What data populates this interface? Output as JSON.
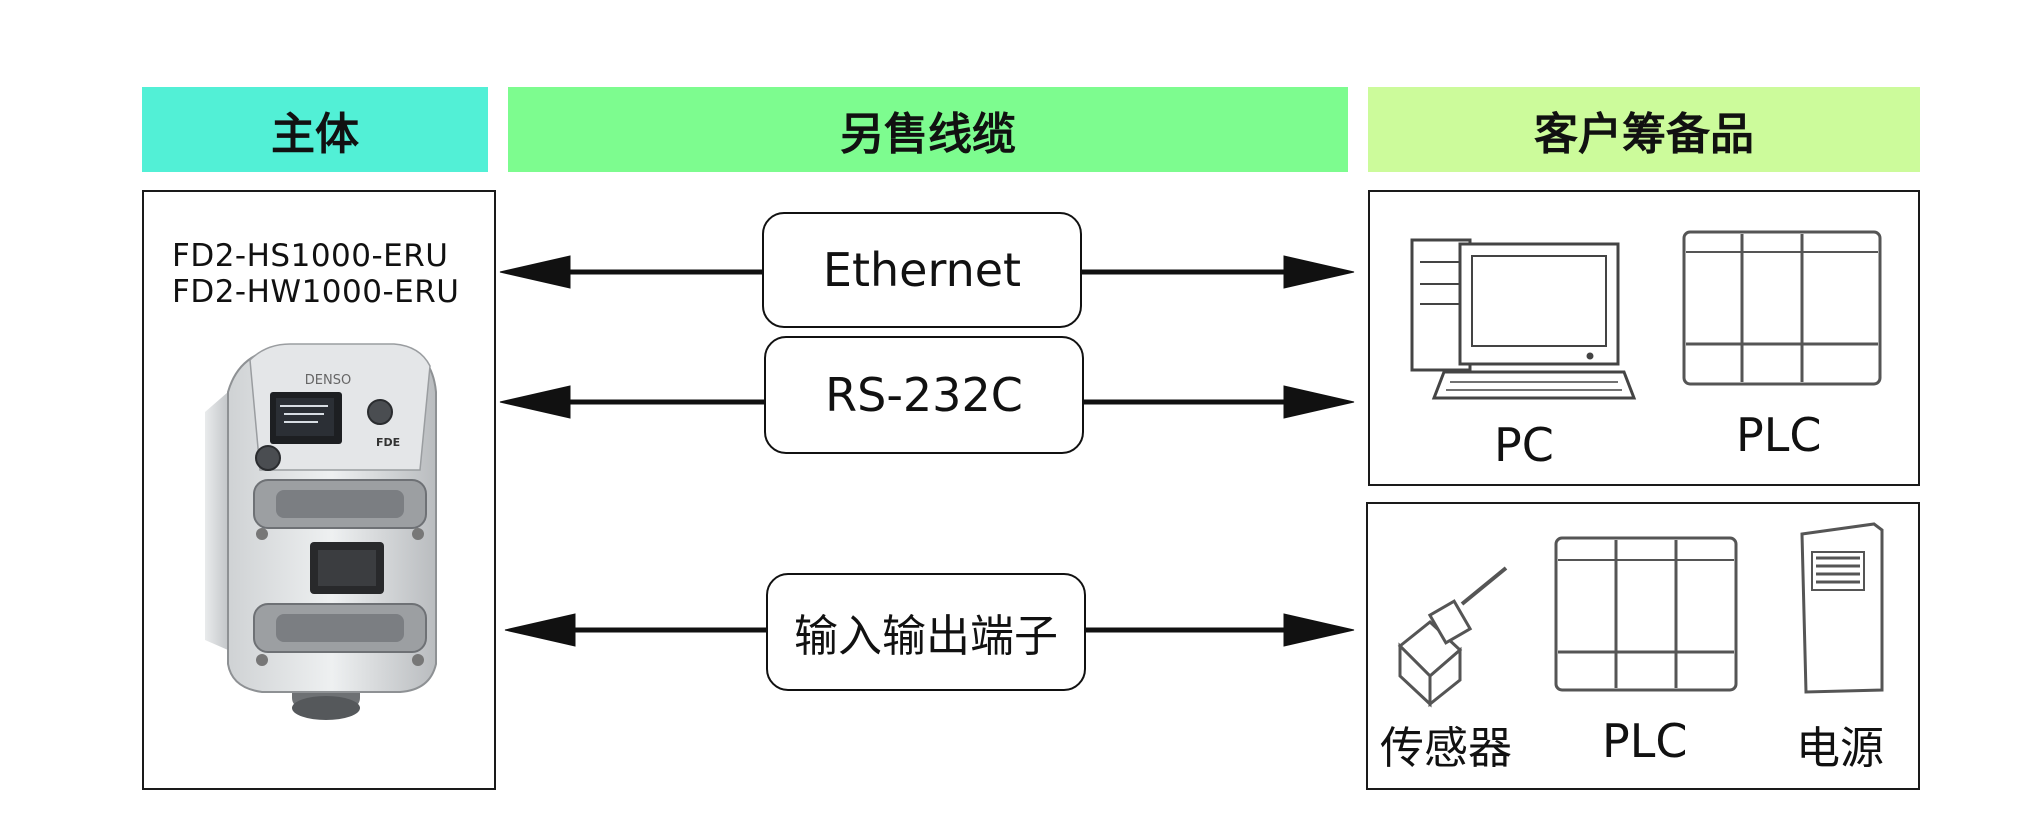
{
  "headers": {
    "main": "主体",
    "cable": "另售线缆",
    "customer": "客户筹备品"
  },
  "device": {
    "models": [
      "FD2-HS1000-ERU",
      "FD2-HW1000-ERU"
    ],
    "logo": "DENSO",
    "badge": "FDE"
  },
  "connections": [
    {
      "label": "Ethernet"
    },
    {
      "label": "RS-232C"
    },
    {
      "label": "输入输出端子"
    }
  ],
  "customer_devices": {
    "group1": [
      "PC",
      "PLC"
    ],
    "group2": [
      "传感器",
      "PLC",
      "电源"
    ]
  }
}
